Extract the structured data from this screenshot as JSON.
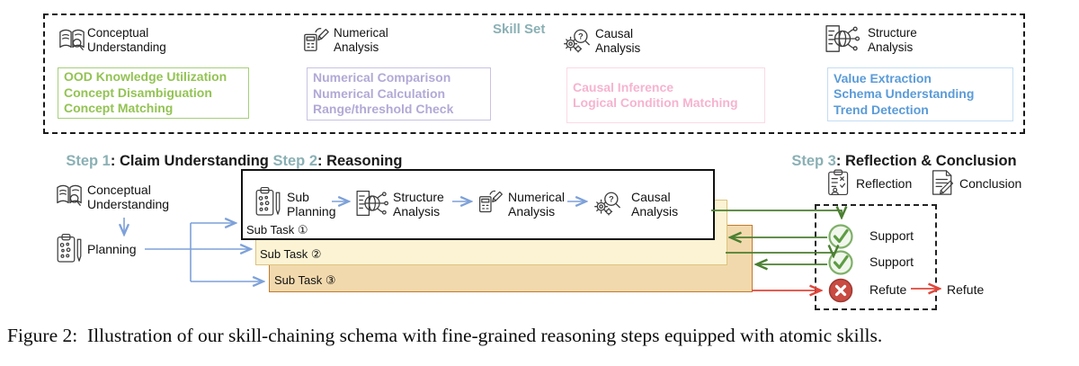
{
  "skill_set": {
    "title": "Skill Set",
    "skills": [
      {
        "line1": "Conceptual",
        "line2": "Understanding",
        "icon": "book-magnifier-icon",
        "text_color": "#93c353",
        "border_color": "#a6cf78",
        "items": [
          "OOD Knowledge Utilization",
          "Concept Disambiguation",
          "Concept Matching"
        ]
      },
      {
        "line1": "Numerical",
        "line2": "Analysis",
        "icon": "calculator-pen-icon",
        "text_color": "#b2a9d6",
        "border_color": "#c9c2e2",
        "items": [
          "Numerical Comparison",
          "Numerical Calculation",
          "Range/threshold Check"
        ]
      },
      {
        "line1": "Causal",
        "line2": "Analysis",
        "icon": "gear-magnifier-icon",
        "text_color": "#f6b3cf",
        "border_color": "#fbd9e6",
        "items": [
          "Causal Inference",
          "Logical Condition Matching"
        ]
      },
      {
        "line1": "Structure",
        "line2": "Analysis",
        "icon": "document-network-icon",
        "text_color": "#5a9bd8",
        "border_color": "#c3ddf2",
        "items": [
          "Value Extraction",
          "Schema Understanding",
          "Trend Detection"
        ]
      }
    ]
  },
  "steps": {
    "step1_label": "Step 1",
    "step1_text": ": Claim Understanding",
    "step2_label": "Step 2",
    "step2_text": ": Reasoning",
    "step3_label": "Step 3",
    "step3_text": ": Reflection & Conclusion"
  },
  "flow": {
    "conceptual": {
      "line1": "Conceptual",
      "line2": "Understanding"
    },
    "planning": "Planning",
    "subtasks": [
      "Sub Task ①",
      "Sub Task ②",
      "Sub Task ③"
    ],
    "chain": [
      {
        "line1": "Sub",
        "line2": "Planning",
        "icon": "clipboard-pen-icon"
      },
      {
        "line1": "Structure",
        "line2": "Analysis",
        "icon": "document-network-icon"
      },
      {
        "line1": "Numerical",
        "line2": "Analysis",
        "icon": "calculator-pen-icon"
      },
      {
        "line1": "Causal",
        "line2": "Analysis",
        "icon": "gear-magnifier-icon"
      }
    ],
    "reflection": "Reflection",
    "conclusion": "Conclusion",
    "verdicts": [
      "Support",
      "Support",
      "Refute"
    ],
    "final_verdict": "Refute"
  },
  "caption": "Figure 2:  Illustration of our skill-chaining schema with fine-grained reasoning steps equipped with atomic skills.",
  "colors": {
    "step_teal": "#8ab0b4",
    "arrow_blue": "#7da1d9",
    "arrow_green": "#4b7f31",
    "arrow_red": "#e0473b",
    "conceptual_green": "#93c353",
    "numerical_purple": "#b2a9d6",
    "causal_pink": "#f6b3cf",
    "structure_blue": "#5a9bd8",
    "subtask2_fill": "#fbf3d3",
    "subtask3_fill": "#f2d9ad",
    "support_green": "#5d9c44",
    "refute_red": "#c94b42"
  }
}
